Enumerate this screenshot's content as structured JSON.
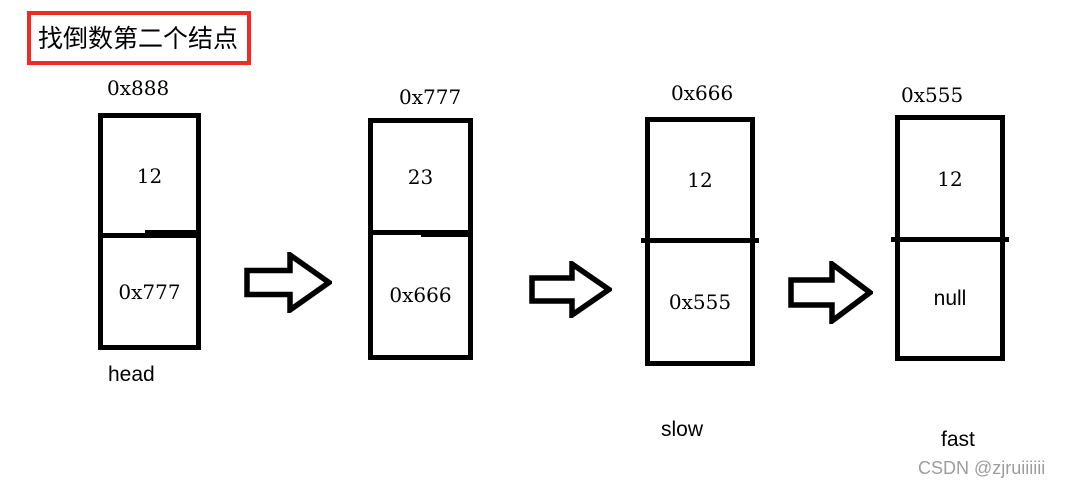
{
  "title": "找倒数第二个结点",
  "nodes": [
    {
      "address": "0x888",
      "value": "12",
      "next": "0x777",
      "pointer_label": "head"
    },
    {
      "address": "0x777",
      "value": "23",
      "next": "0x666",
      "pointer_label": ""
    },
    {
      "address": "0x666",
      "value": "12",
      "next": "0x555",
      "pointer_label": "slow"
    },
    {
      "address": "0x555",
      "value": "12",
      "next": "null",
      "pointer_label": "fast"
    }
  ],
  "arrows": [
    {
      "icon": "block-arrow-right"
    },
    {
      "icon": "block-arrow-right"
    },
    {
      "icon": "block-arrow-right"
    }
  ],
  "watermark": "CSDN @zjruiiiiii",
  "colors": {
    "ink": "#000000",
    "title_border": "#ee2b24",
    "watermark_gray": "#9d9d9d",
    "background": "#ffffff"
  }
}
